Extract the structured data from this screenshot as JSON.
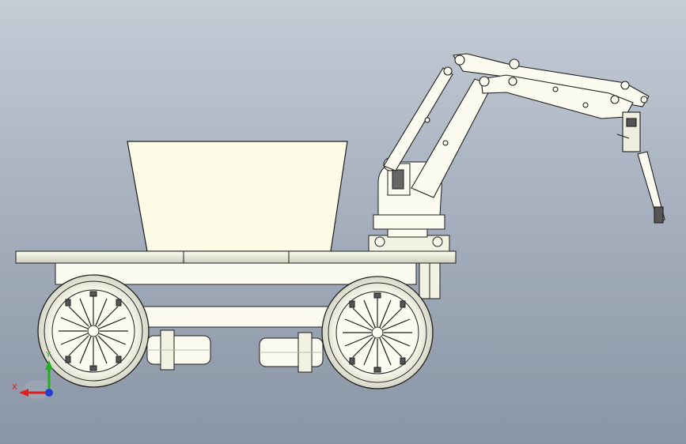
{
  "viewport": {
    "background_top": "#c5ccd6",
    "background_bottom": "#8a95a5",
    "part_fill": "#fbfbef",
    "edge_color": "#1e1e1e"
  },
  "model": {
    "parts": [
      "hopper",
      "chassis-platform",
      "front-wheel",
      "rear-wheel",
      "drive-motor-front",
      "drive-motor-rear",
      "robot-arm-base",
      "robot-arm-links",
      "gripper"
    ]
  },
  "triad": {
    "x_label": "X",
    "y_label": "Y",
    "x_color": "#e02020",
    "y_color": "#20b020",
    "z_color": "#2040d0",
    "icon": "coordinate-triad-icon"
  }
}
